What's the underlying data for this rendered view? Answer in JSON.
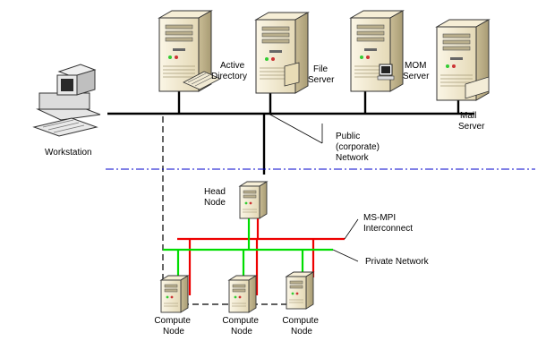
{
  "labels": {
    "workstation": "Workstation",
    "active_directory": [
      "Active",
      "Directory"
    ],
    "file_server": [
      "File",
      "Server"
    ],
    "mom_server": [
      "MOM",
      "Server"
    ],
    "mail_server": [
      "Mail",
      "Server"
    ],
    "public_network": [
      "Public",
      "(corporate)",
      "Network"
    ],
    "head_node": [
      "Head",
      "Node"
    ],
    "msmpi_interconnect": [
      "MS-MPI",
      "Interconnect"
    ],
    "private_network": "Private Network",
    "compute_nodes": [
      [
        "Compute",
        "Node"
      ],
      [
        "Compute",
        "Node"
      ],
      [
        "Compute",
        "Node"
      ]
    ]
  },
  "colors": {
    "public_network": "#000000",
    "private_network": "#00dd00",
    "msmpi_interconnect": "#ee0000",
    "separator": "#0000cc",
    "dashed_link": "#000000",
    "server_body": "#efe6c8",
    "server_side": "#b8ab86"
  }
}
